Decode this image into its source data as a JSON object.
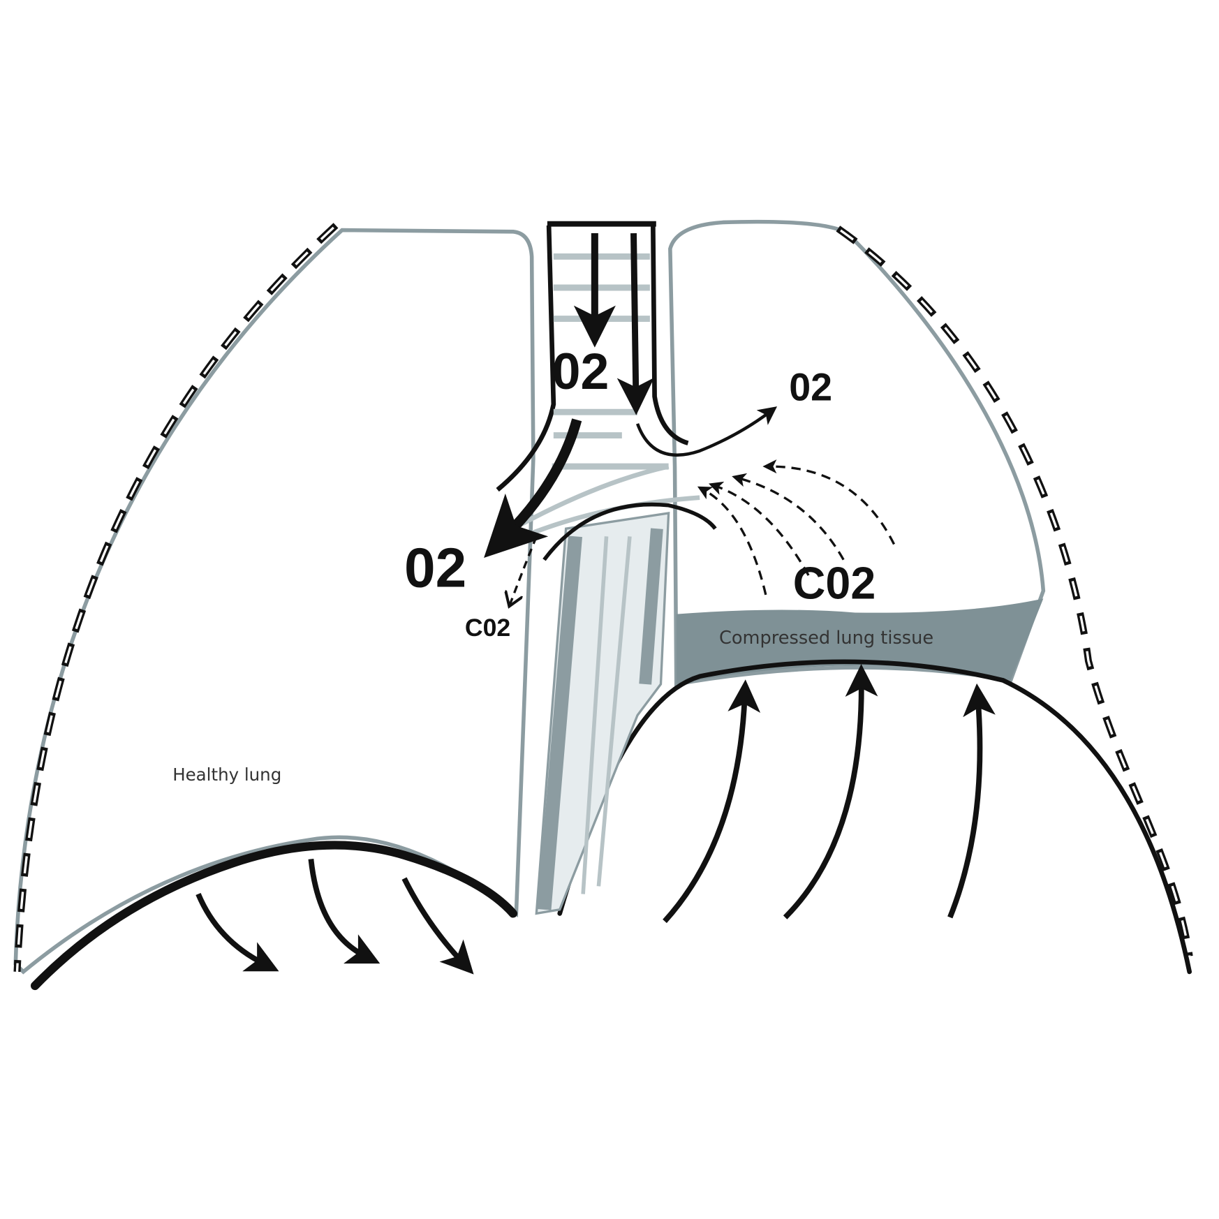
{
  "labels": {
    "o2_trachea": "02",
    "o2_right": "02",
    "o2_left": "02",
    "co2_left": "C02",
    "co2_right": "C02",
    "compressed": "Compressed lung tissue",
    "healthy": "Healthy lung"
  },
  "colors": {
    "outline": "#8c9ca1",
    "tissue": "#7f9196",
    "ink": "#111111"
  }
}
